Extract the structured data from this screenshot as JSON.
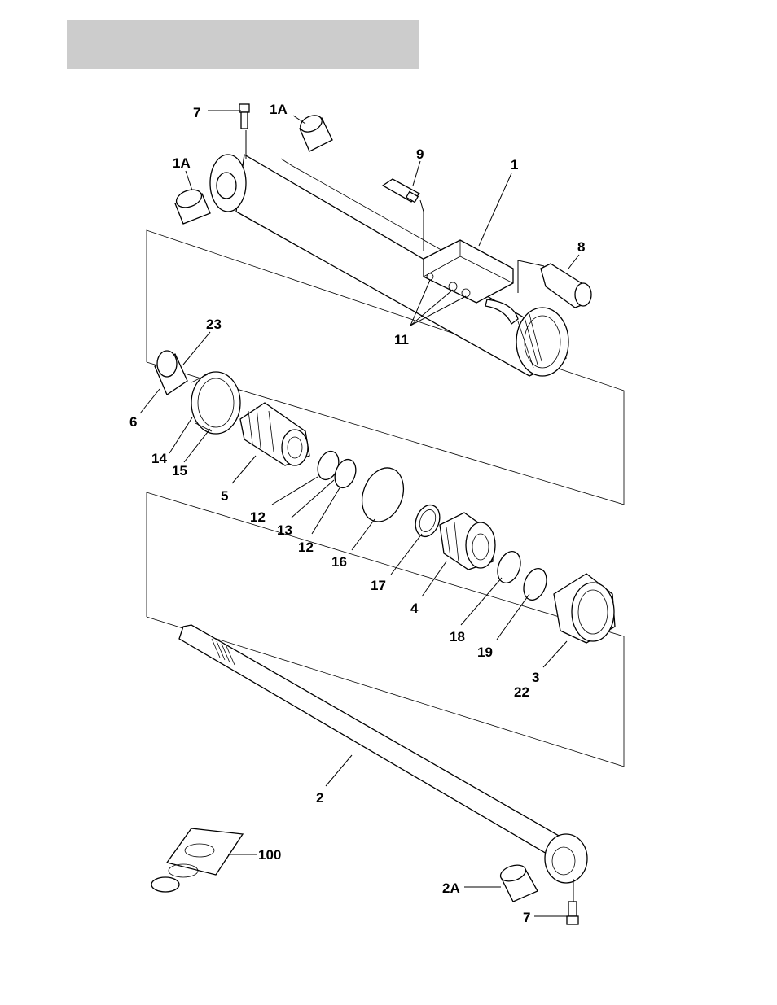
{
  "header": {
    "bar_color": "#cccccc"
  },
  "callouts": [
    {
      "id": "c-7-top",
      "text": "7"
    },
    {
      "id": "c-1a-top",
      "text": "1A"
    },
    {
      "id": "c-1a-left",
      "text": "1A"
    },
    {
      "id": "c-9",
      "text": "9"
    },
    {
      "id": "c-1",
      "text": "1"
    },
    {
      "id": "c-8",
      "text": "8"
    },
    {
      "id": "c-11",
      "text": "11"
    },
    {
      "id": "c-23",
      "text": "23"
    },
    {
      "id": "c-6",
      "text": "6"
    },
    {
      "id": "c-14",
      "text": "14"
    },
    {
      "id": "c-15",
      "text": "15"
    },
    {
      "id": "c-5",
      "text": "5"
    },
    {
      "id": "c-12a",
      "text": "12"
    },
    {
      "id": "c-13",
      "text": "13"
    },
    {
      "id": "c-12b",
      "text": "12"
    },
    {
      "id": "c-16",
      "text": "16"
    },
    {
      "id": "c-17",
      "text": "17"
    },
    {
      "id": "c-4",
      "text": "4"
    },
    {
      "id": "c-18",
      "text": "18"
    },
    {
      "id": "c-19",
      "text": "19"
    },
    {
      "id": "c-3",
      "text": "3"
    },
    {
      "id": "c-22",
      "text": "22"
    },
    {
      "id": "c-2",
      "text": "2"
    },
    {
      "id": "c-100",
      "text": "100"
    },
    {
      "id": "c-2a",
      "text": "2A"
    },
    {
      "id": "c-7-bottom",
      "text": "7"
    }
  ]
}
